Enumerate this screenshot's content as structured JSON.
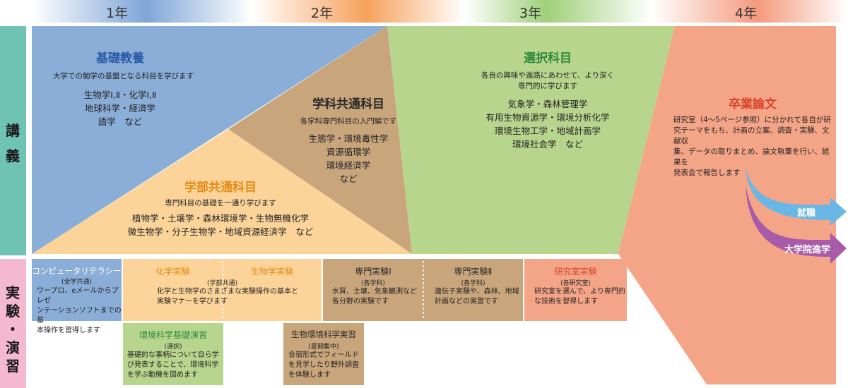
{
  "years": [
    "1年",
    "2年",
    "3年",
    "4年"
  ],
  "side": {
    "lecture": [
      "講",
      "義"
    ],
    "practice": [
      "実",
      "験",
      "・",
      "演",
      "習"
    ]
  },
  "kiso": {
    "title": "基礎教養",
    "desc": "大学での勉学の基盤となる科目を学びます",
    "items": [
      "生物学Ⅰ,Ⅱ・化学Ⅰ,Ⅱ",
      "地球科学・経済学",
      "語学　など"
    ]
  },
  "gakka": {
    "title": "学科共通科目",
    "desc": "各学科専門科目の入門編です",
    "items": [
      "生態学・環境毒性学",
      "資源循環学",
      "環境経済学",
      "など"
    ]
  },
  "gakubu": {
    "title": "学部共通科目",
    "desc": "専門科目の基礎を一通り学びます",
    "items": [
      "植物学・土壌学・森林環境学・生物無機化学",
      "微生物学・分子生物学・地域資源経済学　など"
    ]
  },
  "sentaku": {
    "title": "選択科目",
    "desc": [
      "各自の興味や進路にあわせて、より深く",
      "専門的に学びます"
    ],
    "items": [
      "気象学・森林管理学",
      "有用生物資源学・環境分析化学",
      "環境生物工学・地域計画学",
      "環境社会学　など"
    ]
  },
  "sotsugyo": {
    "title": "卒業論文",
    "desc": [
      "研究室（4～5ページ参照）に分かれて各自が研",
      "究テーマをもち、計画の立案、調査・実験、文献収",
      "集、データの取りまとめ、論文執筆を行い、結果を",
      "発表会で報告します"
    ]
  },
  "arrows": {
    "job": "就職",
    "grad": "大学院進学"
  },
  "computer": {
    "title": "コンピュータリテラシー",
    "sub": "(全学共通)",
    "desc": [
      "ワープロ、eメールからプレゼ",
      "ンテーションソフトまでの基",
      "本操作を習得します"
    ]
  },
  "kagaku": {
    "title": "化学実験"
  },
  "seibutsu": {
    "title": "生物学実験"
  },
  "kagakuSeibutsu": {
    "sub": "(学部共通)",
    "desc": [
      "化学と生物学のさまざまな実験操作の基本と",
      "実験マナーを学びます"
    ]
  },
  "senmon1": {
    "title": "専門実験Ⅰ",
    "sub": "(各学科)",
    "desc": [
      "水質、土壌、気象観測など",
      "各分野の実験です"
    ]
  },
  "senmon2": {
    "title": "専門実験Ⅱ",
    "sub": "(各学科)",
    "desc": [
      "遺伝子実験や、森林、地域",
      "計画などの実習です"
    ]
  },
  "kenkyu": {
    "title": "研究室実験",
    "sub": "(各研究室)",
    "desc": [
      "研究室を選んで、より専門的",
      "な技術を習得します"
    ]
  },
  "kankyo": {
    "title": "環境科学基礎演習",
    "sub": "(選択)",
    "desc": [
      "基礎的な事柄について自ら学",
      "び発表することで、環境科学",
      "を学ぶ動機を固めます"
    ]
  },
  "seibutsuKankyo": {
    "title": "生物環境科学実習",
    "sub": "(夏期集中)",
    "desc": [
      "合宿形式でフィールド",
      "を見学したり野外調査",
      "を体験します"
    ]
  },
  "colors": {
    "blue": "#8aaed8",
    "orange": "#fcd49a",
    "brown": "#c9a57c",
    "green": "#b8d58e",
    "salmon": "#f5a587",
    "teal": "#6fc3b2",
    "pink": "#f4b9cf",
    "titleBlue": "#2a5aa8",
    "titleOrange": "#e58a14",
    "titleGreen": "#2f8a3a",
    "titleRed": "#d9452c"
  }
}
